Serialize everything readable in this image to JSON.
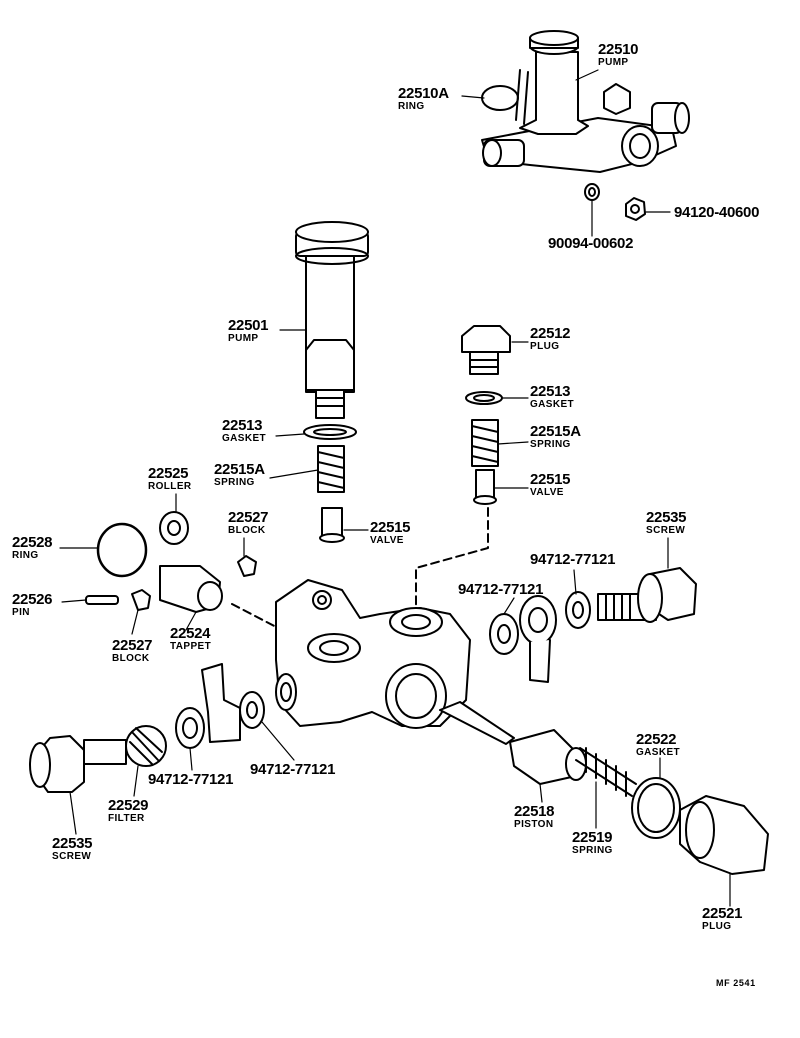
{
  "callouts": [
    {
      "part": "22510",
      "name": "PUMP"
    },
    {
      "part": "22510A",
      "name": "RING"
    },
    {
      "part": "94120-40600",
      "name": ""
    },
    {
      "part": "90094-00602",
      "name": ""
    },
    {
      "part": "22501",
      "name": "PUMP"
    },
    {
      "part": "22512",
      "name": "PLUG"
    },
    {
      "part": "22513",
      "name": "GASKET"
    },
    {
      "part": "22513",
      "name": "GASKET"
    },
    {
      "part": "22515A",
      "name": "SPRING"
    },
    {
      "part": "22515A",
      "name": "SPRING"
    },
    {
      "part": "22515",
      "name": "VALVE"
    },
    {
      "part": "22515",
      "name": "VALVE"
    },
    {
      "part": "22525",
      "name": "ROLLER"
    },
    {
      "part": "22527",
      "name": "BLOCK"
    },
    {
      "part": "22528",
      "name": "RING"
    },
    {
      "part": "22526",
      "name": "PIN"
    },
    {
      "part": "22527",
      "name": "BLOCK"
    },
    {
      "part": "22524",
      "name": "TAPPET"
    },
    {
      "part": "22535",
      "name": "SCREW"
    },
    {
      "part": "94712-77121",
      "name": ""
    },
    {
      "part": "94712-77121",
      "name": ""
    },
    {
      "part": "94712-77121",
      "name": ""
    },
    {
      "part": "94712-77121",
      "name": ""
    },
    {
      "part": "22529",
      "name": "FILTER"
    },
    {
      "part": "22535",
      "name": "SCREW"
    },
    {
      "part": "22518",
      "name": "PISTON"
    },
    {
      "part": "22519",
      "name": "SPRING"
    },
    {
      "part": "22522",
      "name": "GASKET"
    },
    {
      "part": "22521",
      "name": "PLUG"
    }
  ],
  "figure_ref": "MF 2541"
}
